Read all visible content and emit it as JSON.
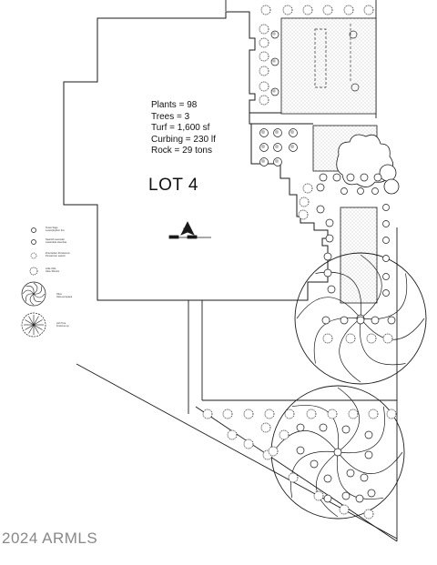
{
  "stats": {
    "plants": "Plants = 98",
    "trees": "Trees = 3",
    "turf": "Turf = 1,600 sf",
    "curbing": "Curbing = 230 lf",
    "rock": "Rock = 29 tons"
  },
  "lot_label": "LOT 4",
  "legend": [
    {
      "line1": "Texas Sage",
      "line2": "Leucophyllum frut."
    },
    {
      "line1": "Spanish Lavender",
      "line2": "Lavandula stoechas"
    },
    {
      "line1": "Firecracker Penstemon",
      "line2": "Penstemon eatonii"
    },
    {
      "line1": "Little Ollie",
      "line2": "Olea 'Montra'"
    },
    {
      "line1": "Olive",
      "line2": "Olea europaea"
    },
    {
      "line1": "Ash Tree",
      "line2": "Fraxinus sp."
    }
  ],
  "copyright": "2024 ARMLS",
  "colors": {
    "line": "#1a1a1a",
    "turf_fill": "#d9d9d9",
    "watermark": "#888888"
  },
  "icons": [
    "north-arrow-icon",
    "shrub-symbol-icon",
    "tree-canopy-icon"
  ]
}
